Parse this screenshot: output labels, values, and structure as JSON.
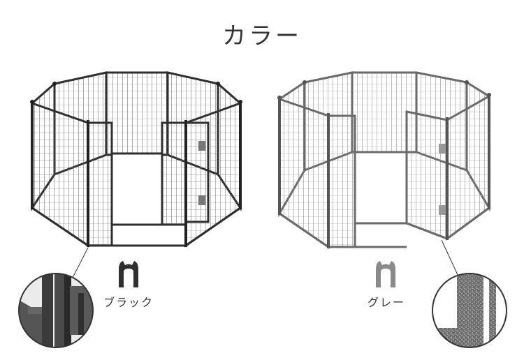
{
  "title": "カラー",
  "variants": [
    {
      "label": "ブラック",
      "color": "#3a3a3a",
      "mascot_icon": "cat-silhouette-icon"
    },
    {
      "label": "グレー",
      "color": "#8a8a8a",
      "mascot_icon": "cat-silhouette-icon"
    }
  ],
  "colors": {
    "black_frame": "#2f2f2f",
    "gray_frame": "#6a6a6a",
    "mesh_black": "#555555",
    "mesh_gray": "#7d7d7d",
    "text": "#333333"
  }
}
